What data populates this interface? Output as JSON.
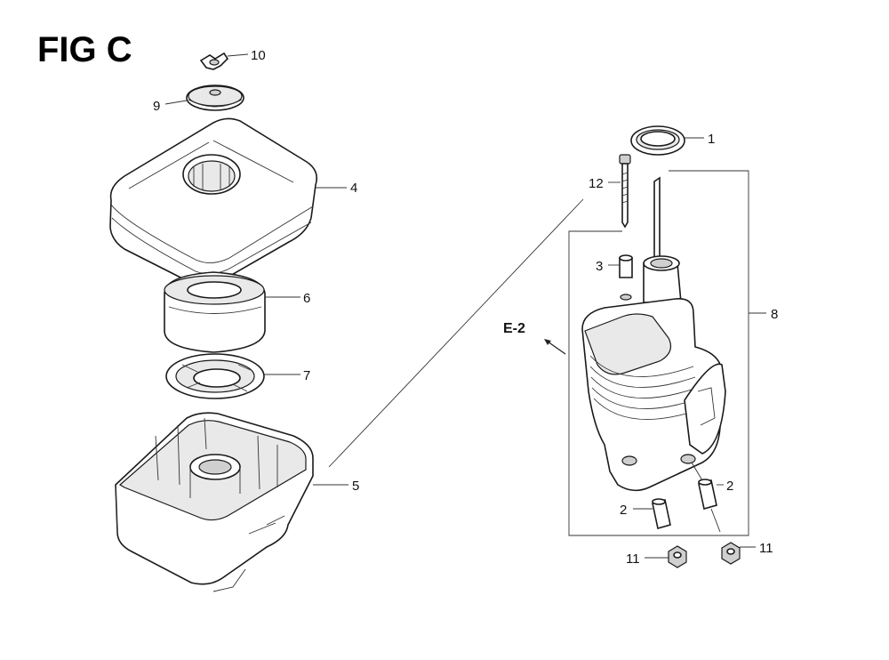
{
  "figure": {
    "title": "FIG C",
    "section_ref": "E-2"
  },
  "callouts": [
    {
      "id": "c10",
      "label": "10"
    },
    {
      "id": "c9",
      "label": "9"
    },
    {
      "id": "c4",
      "label": "4"
    },
    {
      "id": "c6",
      "label": "6"
    },
    {
      "id": "c7",
      "label": "7"
    },
    {
      "id": "c5",
      "label": "5"
    },
    {
      "id": "c1",
      "label": "1"
    },
    {
      "id": "c12",
      "label": "12"
    },
    {
      "id": "c3",
      "label": "3"
    },
    {
      "id": "c8",
      "label": "8"
    },
    {
      "id": "c2a",
      "label": "2"
    },
    {
      "id": "c2b",
      "label": "2"
    },
    {
      "id": "c11a",
      "label": "11"
    },
    {
      "id": "c11b",
      "label": "11"
    }
  ]
}
